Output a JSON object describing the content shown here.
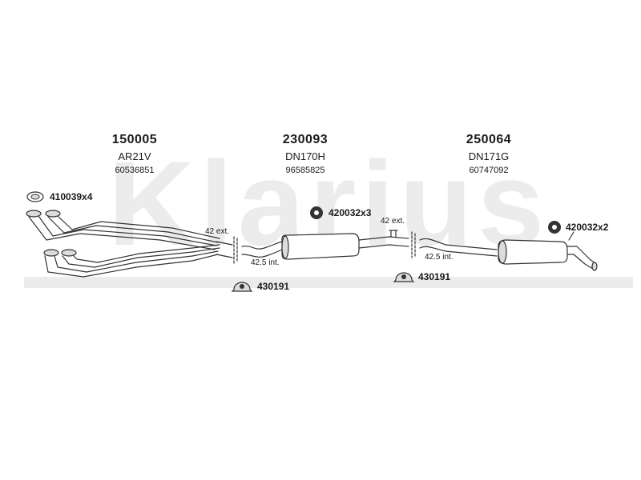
{
  "watermark": "Klarius",
  "parts": [
    {
      "number": "150005",
      "code": "AR21V",
      "ref": "60536851"
    },
    {
      "number": "230093",
      "code": "DN170H",
      "ref": "96585825"
    },
    {
      "number": "250064",
      "code": "DN171G",
      "ref": "60747092"
    }
  ],
  "hardware": [
    {
      "label": "410039x4",
      "icon": "gasket-icon"
    },
    {
      "label": "420032x3",
      "icon": "rubber-mount-icon"
    },
    {
      "label": "420032x2",
      "icon": "rubber-mount-icon"
    },
    {
      "label": "430191",
      "icon": "clamp-icon"
    },
    {
      "label": "430191",
      "icon": "clamp-icon"
    }
  ],
  "dimensions": [
    {
      "label": "42 ext."
    },
    {
      "label": "42.5 int."
    },
    {
      "label": "42 ext."
    },
    {
      "label": "42.5 int."
    }
  ],
  "colors": {
    "line": "#333333",
    "fill": "#dcdcdc",
    "watermark": "#ececec"
  }
}
